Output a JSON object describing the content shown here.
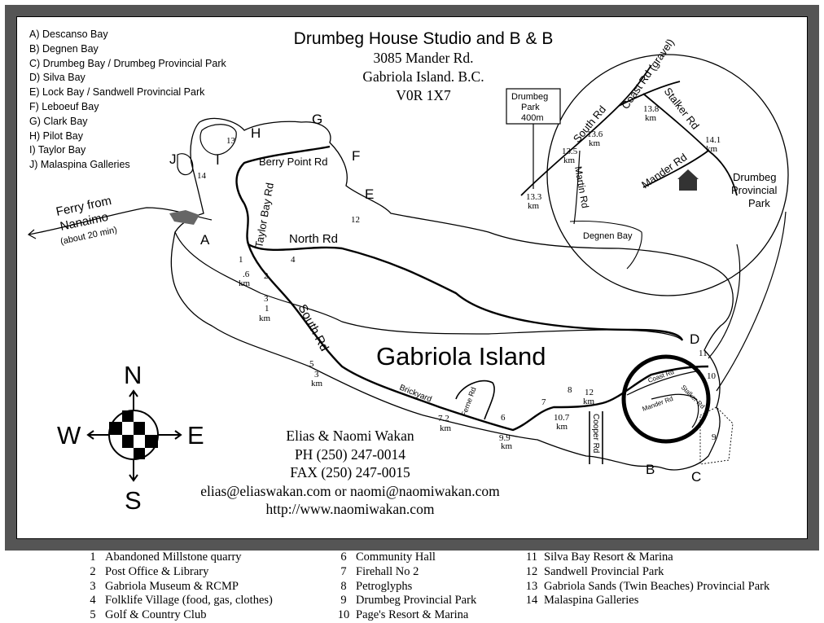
{
  "title": {
    "name": "Drumbeg House Studio and  B & B",
    "address_line1": "3085 Mander Rd.",
    "address_line2": "Gabriola Island. B.C.",
    "postal": "V0R 1X7"
  },
  "letter_legend": [
    "A) Descanso Bay",
    "B) Degnen Bay",
    "C) Drumbeg Bay / Drumbeg Provincial Park",
    "D) Silva Bay",
    "E) Lock Bay / Sandwell Provincial Park",
    "F) Leboeuf Bay",
    "G) Clark Bay",
    "H) Pilot Bay",
    "I) Taylor Bay",
    "J) Malaspina Galleries"
  ],
  "contact": {
    "names": "Elias & Naomi Wakan",
    "phone": "PH  (250) 247-0014",
    "fax": "FAX (250) 247-0015",
    "email": "elias@eliaswakan.com   or   naomi@naomiwakan.com",
    "web": "http://www.naomiwakan.com"
  },
  "island_name": "Gabriola Island",
  "compass": {
    "n": "N",
    "s": "S",
    "e": "E",
    "w": "W"
  },
  "map_labels": {
    "ferry_line1": "Ferry from",
    "ferry_line2": "Nanaimo",
    "ferry_line3": "(about 20 min)",
    "berry_point": "Berry Point Rd",
    "taylor_bay": "Taylor Bay Rd",
    "north_rd": "North Rd",
    "south_rd": "South Rd",
    "brickyard": "Brickyard",
    "ferne_rd": "Ferne Rd",
    "cooper_rd": "Cooper Rd",
    "coast_rd_small": "Coast Rd",
    "stalker_rd_small": "Stalker Rd",
    "mander_rd_small": "Mander Rd",
    "km_06": ".6",
    "km_1": "1",
    "km_3": "3",
    "km_72": "7.2",
    "km_99": "9.9",
    "km_107": "10.7",
    "km_12": "12",
    "km_unit": "km",
    "letter_a": "A",
    "letter_b": "B",
    "letter_c": "C",
    "letter_d": "D",
    "letter_e": "E",
    "letter_f": "F",
    "letter_g": "G",
    "letter_h": "H",
    "letter_i": "I",
    "letter_j": "J",
    "n1": "1",
    "n2": "2",
    "n3": "3",
    "n4": "4",
    "n5": "5",
    "n6": "6",
    "n7": "7",
    "n8": "8",
    "n9": "9",
    "n10": "10",
    "n11": "11",
    "n12": "12",
    "n13": "13",
    "n14": "14"
  },
  "inset": {
    "sign_line1": "Drumbeg",
    "sign_line2": "Park",
    "sign_line3": "400m",
    "south_rd": "South Rd",
    "coast_rd": "Coast Rd (gravel)",
    "stalker_rd": "Stalker Rd",
    "mander_rd": "Mander Rd",
    "martin_rd": "Martin Rd",
    "degnen_bay": "Degnen Bay",
    "park_line1": "Drumbeg",
    "park_line2": "Provincial",
    "park_line3": "Park",
    "km_133": "13.3",
    "km_135": "13.5",
    "km_136": "13.6",
    "km_138": "13.8",
    "km_141": "14.1",
    "km_unit": "km"
  },
  "number_legend": {
    "col1": [
      {
        "n": "1",
        "label": "Abandoned Millstone quarry"
      },
      {
        "n": "2",
        "label": "Post Office & Library"
      },
      {
        "n": "3",
        "label": "Gabriola Museum & RCMP"
      },
      {
        "n": "4",
        "label": "Folklife Village (food, gas, clothes)"
      },
      {
        "n": "5",
        "label": "Golf & Country Club"
      }
    ],
    "col2": [
      {
        "n": "6",
        "label": "Community Hall"
      },
      {
        "n": "7",
        "label": "Firehall No 2"
      },
      {
        "n": "8",
        "label": "Petroglyphs"
      },
      {
        "n": "9",
        "label": "Drumbeg Provincial Park"
      },
      {
        "n": "10",
        "label": "Page's Resort & Marina"
      }
    ],
    "col3": [
      {
        "n": "11",
        "label": "Silva Bay Resort & Marina"
      },
      {
        "n": "12",
        "label": "Sandwell Provincial Park"
      },
      {
        "n": "13",
        "label": "Gabriola Sands (Twin Beaches) Provincial Park"
      },
      {
        "n": "14",
        "label": "Malaspina Galleries"
      }
    ]
  }
}
